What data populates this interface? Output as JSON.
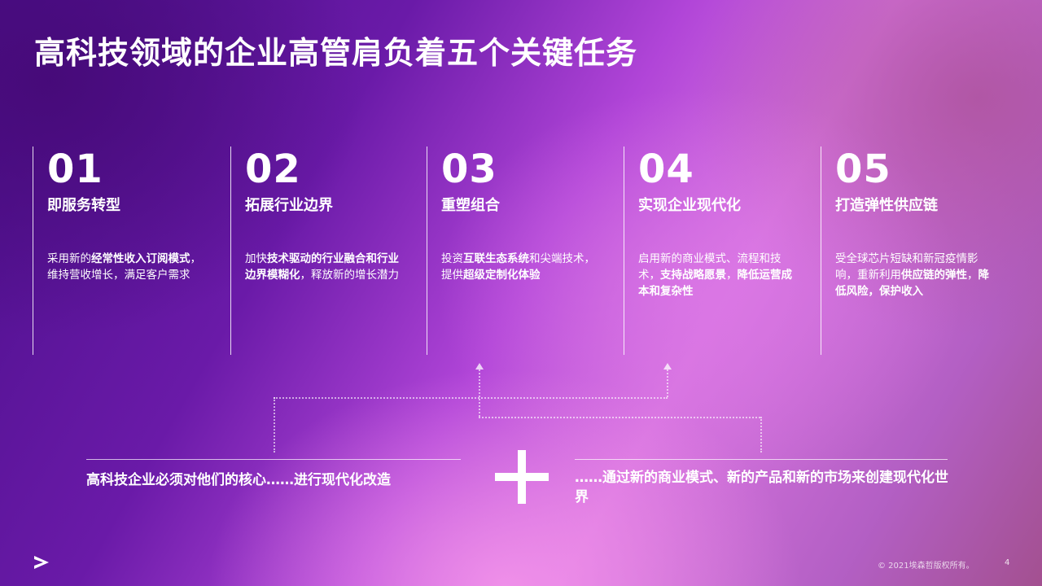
{
  "title": "高科技领域的企业高管肩负着五个关键任务",
  "tasks": [
    {
      "number": "01",
      "heading": "即服务转型",
      "desc": [
        {
          "t": "采用新的",
          "b": false
        },
        {
          "t": "经常性收入订阅模式",
          "b": true
        },
        {
          "t": "，维持营收增长，满足客户需求",
          "b": false
        }
      ]
    },
    {
      "number": "02",
      "heading": "拓展行业边界",
      "desc": [
        {
          "t": "加快",
          "b": false
        },
        {
          "t": "技术驱动的行业融合和行业边界模糊化",
          "b": true
        },
        {
          "t": "，释放新的增长潜力",
          "b": false
        }
      ]
    },
    {
      "number": "03",
      "heading": "重塑组合",
      "desc": [
        {
          "t": "投资",
          "b": false
        },
        {
          "t": "互联生态系统",
          "b": true
        },
        {
          "t": "和尖端技术，提供",
          "b": false
        },
        {
          "t": "超级定制化体验",
          "b": true
        }
      ]
    },
    {
      "number": "04",
      "heading": "实现企业现代化",
      "desc": [
        {
          "t": "启用新的商业模式、流程和技术，",
          "b": false
        },
        {
          "t": "支持战略愿景",
          "b": true
        },
        {
          "t": "，",
          "b": false
        },
        {
          "t": "降低运营成本和复杂性",
          "b": true
        }
      ]
    },
    {
      "number": "05",
      "heading": "打造弹性供应链",
      "desc": [
        {
          "t": "受全球芯片短缺和新冠疫情影响，重新利用",
          "b": false
        },
        {
          "t": "供应链的弹性",
          "b": true
        },
        {
          "t": "，",
          "b": false
        },
        {
          "t": "降低风险，保护收入",
          "b": true
        }
      ]
    }
  ],
  "bottom": {
    "left_text": "高科技企业必须对他们的核心……进行现代化改造",
    "right_text": "……通过新的商业模式、新的产品和新的市场来创建现代化世界"
  },
  "footer": {
    "copyright": "© 2021埃森哲版权所有。",
    "page_number": "4"
  },
  "icons": {
    "logo": "accenture-chevron-icon",
    "plus": "plus-icon"
  }
}
